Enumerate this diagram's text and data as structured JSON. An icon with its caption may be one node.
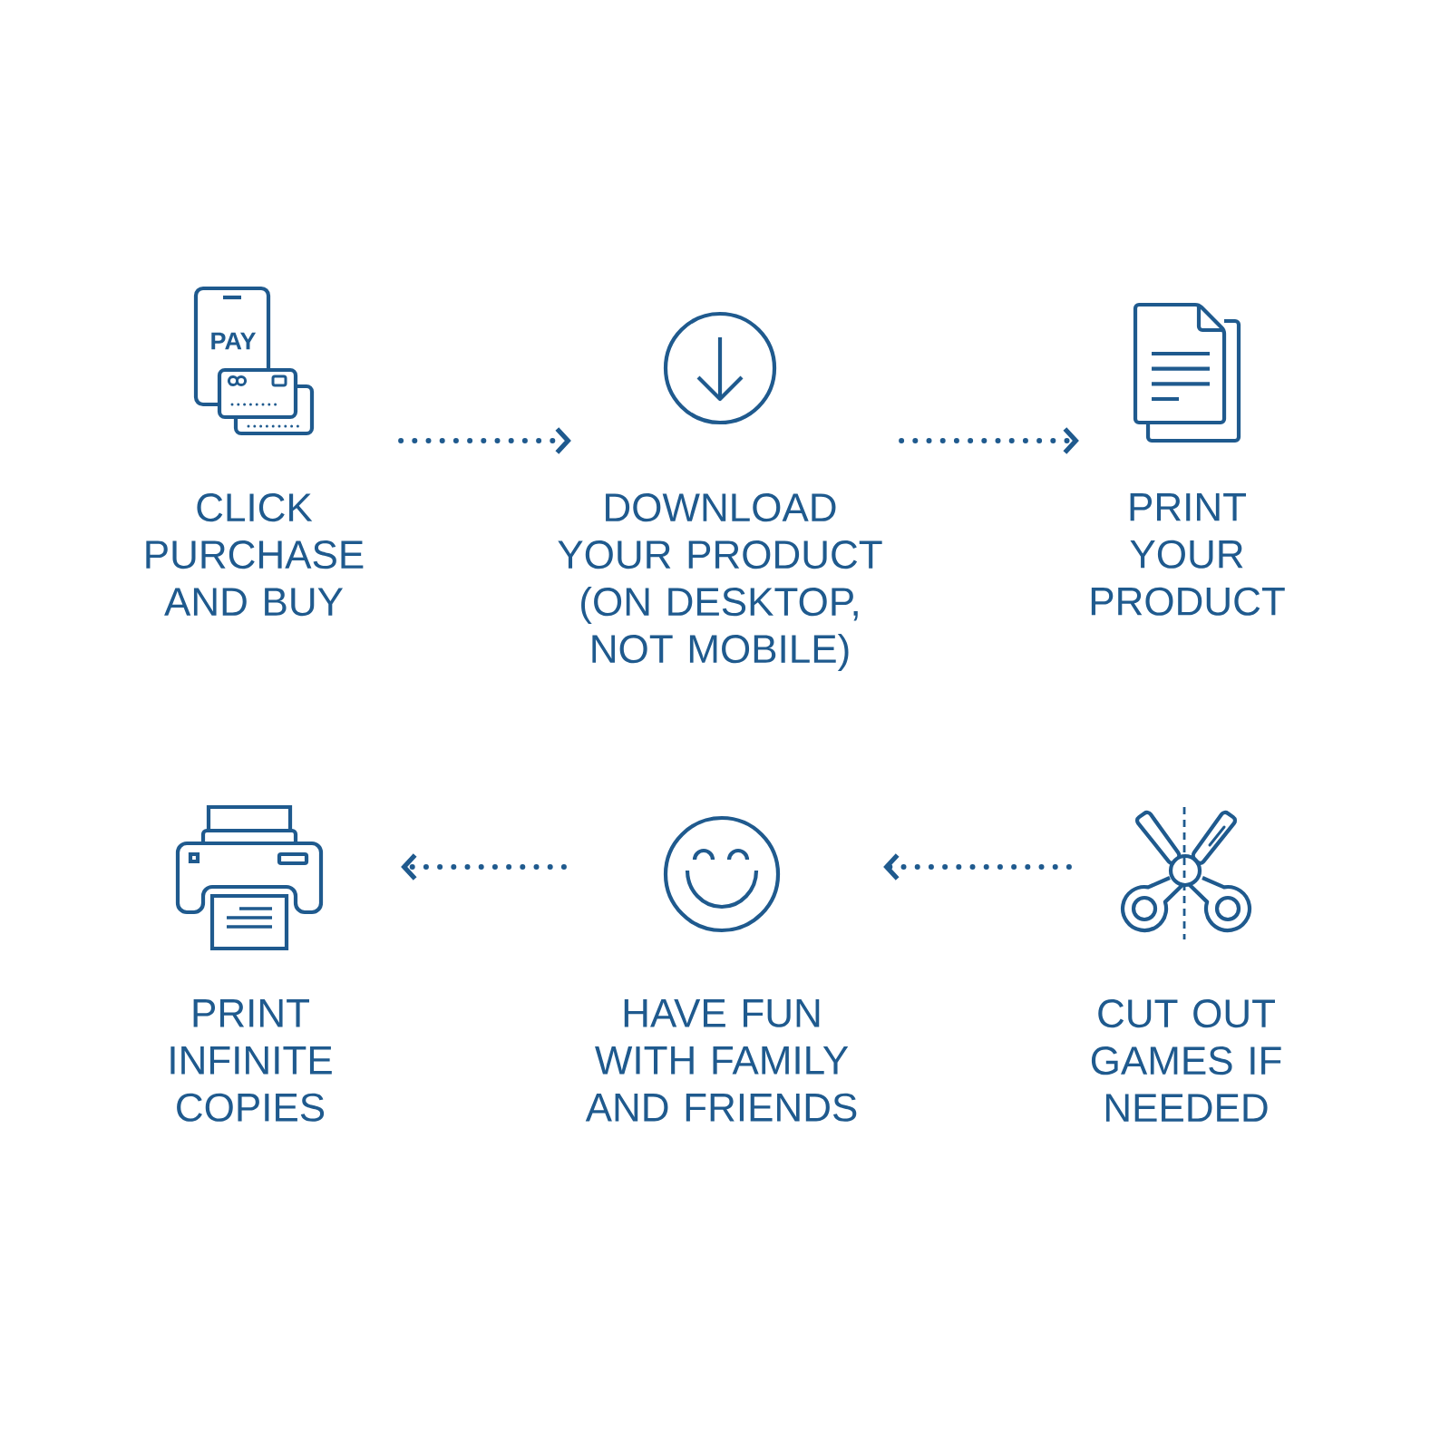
{
  "diagram": {
    "nodes": [
      {
        "text": [],
        "shape": "picture",
        "beside": [
          "CLICK PURCHASE AND BUY"
        ]
      },
      {
        "text": [],
        "shape": "picture",
        "beside": [
          "DOWNLOAD YOUR PRODUCT (ON DESKTOP, NOT MOBILE)"
        ]
      },
      {
        "text": [],
        "shape": "picture",
        "beside": [
          "PRINT YOUR PRODUCT"
        ]
      },
      {
        "text": [],
        "shape": "picture",
        "beside": [
          "PRINT INFINITE COPIES"
        ]
      },
      {
        "text": [],
        "shape": "picture",
        "beside": [
          "HAVE FUN WITH FAMILY AND FRIENDS"
        ]
      },
      {
        "text": [],
        "shape": "picture",
        "beside": [
          "CUT OUT GAMES IF NEEDED"
        ]
      }
    ],
    "edges": [
      {
        "from": 0,
        "to": 1,
        "arrow": "to"
      },
      {
        "from": 1,
        "to": 2,
        "arrow": "to"
      },
      {
        "from": 5,
        "to": 4,
        "arrow": "to"
      },
      {
        "from": 4,
        "to": 3,
        "arrow": "to"
      }
    ],
    "labels": [
      "PAY"
    ]
  }
}
